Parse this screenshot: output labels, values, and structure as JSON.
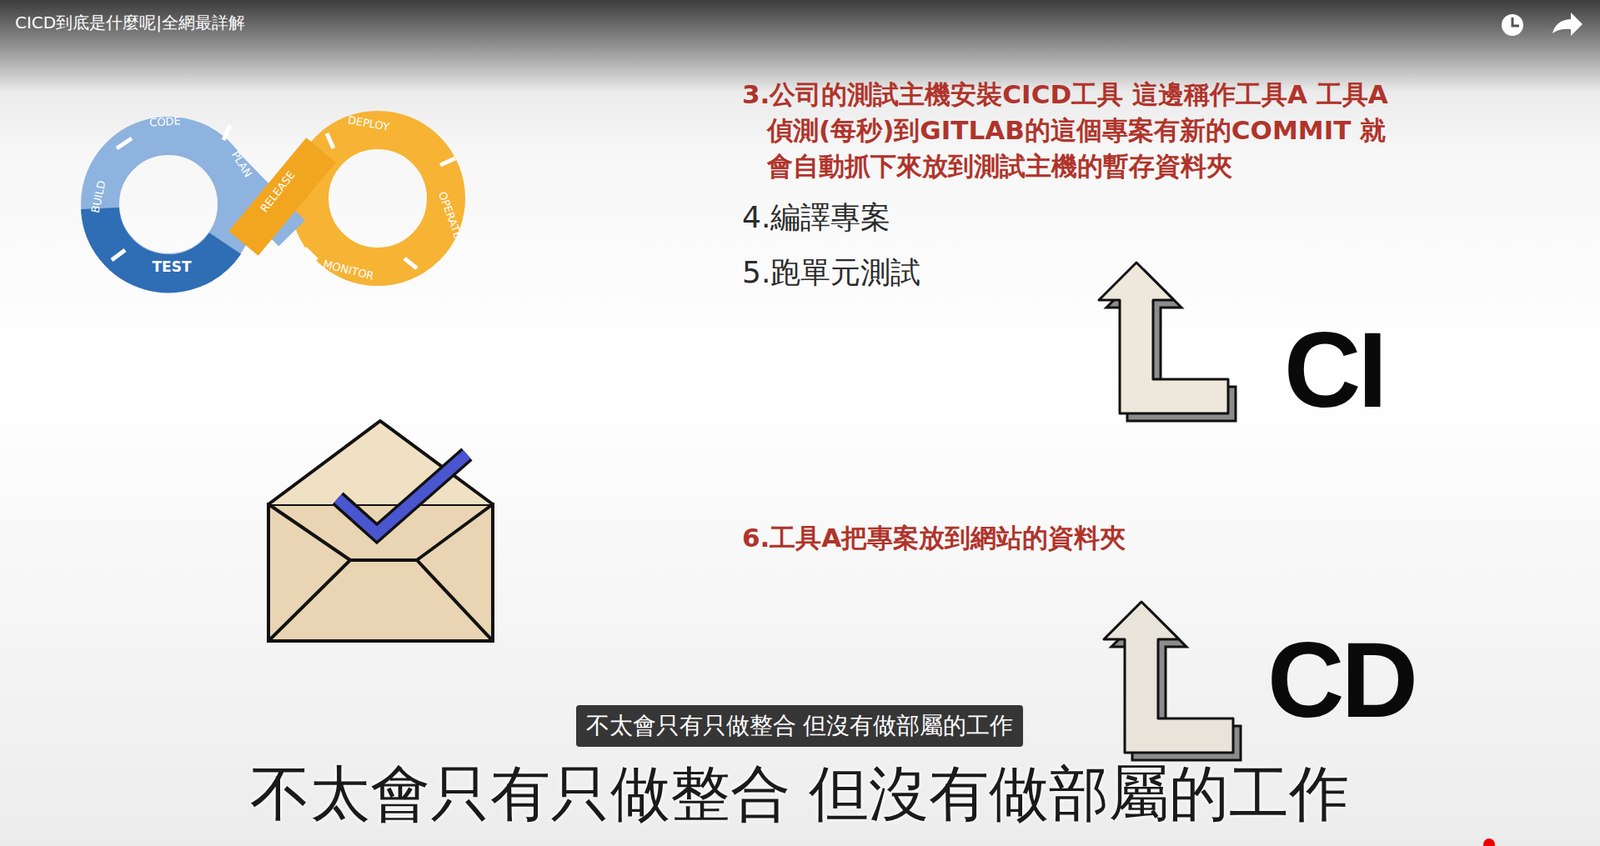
{
  "diagram": {
    "title": "CICD到底是什麼呢|全網最詳解",
    "nodes": [
      {
        "text": [
          "不太會只有只做整合 但沒有做部屬的工作"
        ]
      }
    ],
    "labels": [
      "CODE",
      "PLAN",
      "BUILD",
      "TEST",
      "RELEASE",
      "DEPLOY",
      "OPERATE",
      "MONITOR",
      "3.公司的測試主機安裝CICD工具 這邊稱作工具A 工具A偵測(每秒)到GITLAB的這個專案有新的COMMIT 就會自動抓下來放到測試主機的暫存資料夾",
      "4.編譯專案",
      "5.跑單元測試",
      "CI",
      "6.工具A把專案放到網站的資料夾",
      "CD",
      "不太會只有只做整合 但沒有做部屬的工作"
    ]
  }
}
